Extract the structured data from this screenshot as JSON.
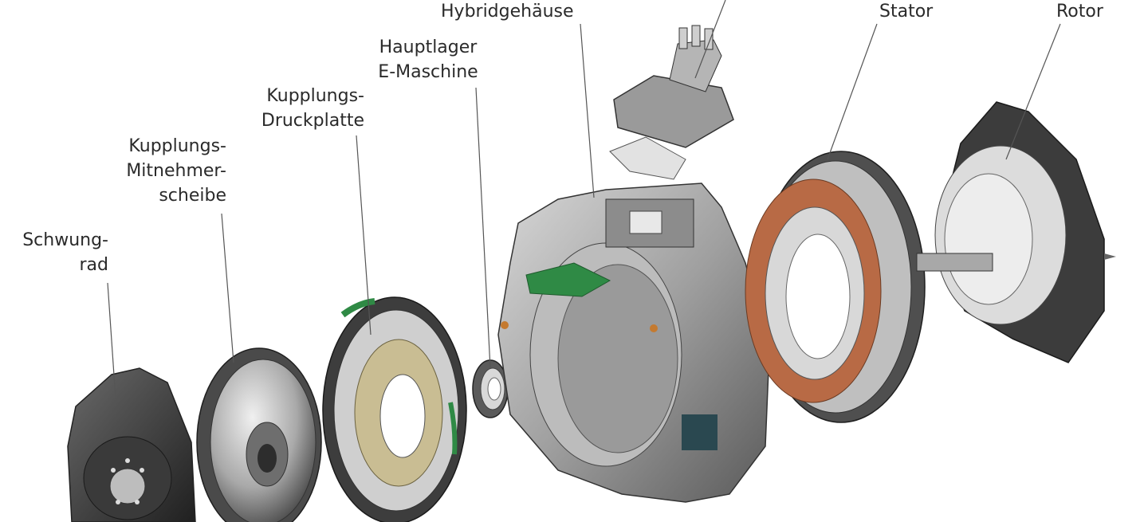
{
  "labels": {
    "schwungrad": [
      "Schwung-",
      "rad"
    ],
    "mitnehmerscheibe": [
      "Kupplungs-",
      "Mitnehmer-",
      "scheibe"
    ],
    "druckplatte": [
      "Kupplungs-",
      "Druckplatte"
    ],
    "hauptlager": [
      "Hauptlager",
      "E-Maschine"
    ],
    "hybridgehaeuse": [
      "Hybridgehäuse"
    ],
    "stator": [
      "Stator"
    ],
    "rotor": [
      "Rotor"
    ]
  },
  "colors": {
    "metal_dark": "#3c3c3c",
    "metal_mid": "#8a8a8a",
    "metal_light": "#d4d4d4",
    "copper": "#b86a45",
    "pcb_green": "#2f8a45",
    "leader": "#555555"
  }
}
